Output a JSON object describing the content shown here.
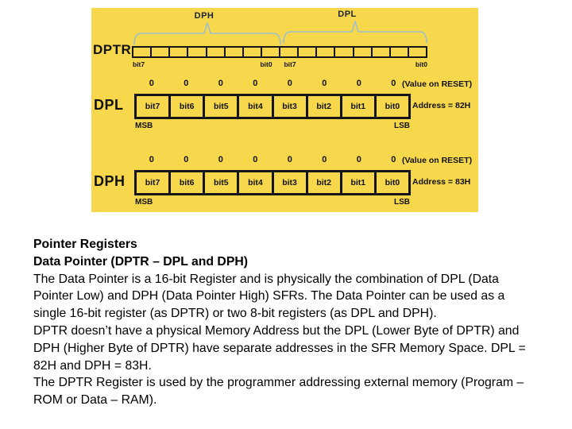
{
  "colors": {
    "panel_bg": "#F7D84D",
    "brace": "#9FBFCC",
    "box_border": "#151515",
    "text": "#000000"
  },
  "diagram": {
    "dptr": {
      "label": "DPTR",
      "dph_group_label": "DPH",
      "dpl_group_label": "DPL",
      "bit_markers": [
        "bit7",
        "bit0",
        "bit7",
        "bit0"
      ]
    },
    "dpl": {
      "label": "DPL",
      "reset_values": [
        "0",
        "0",
        "0",
        "0",
        "0",
        "0",
        "0",
        "0"
      ],
      "reset_caption": "(Value on RESET)",
      "bits": [
        "bit7",
        "bit6",
        "bit5",
        "bit4",
        "bit3",
        "bit2",
        "bit1",
        "bit0"
      ],
      "address": "Address = 82H",
      "msb": "MSB",
      "lsb": "LSB"
    },
    "dph": {
      "label": "DPH",
      "reset_values": [
        "0",
        "0",
        "0",
        "0",
        "0",
        "0",
        "0",
        "0"
      ],
      "reset_caption": "(Value on RESET)",
      "bits": [
        "bit7",
        "bit6",
        "bit5",
        "bit4",
        "bit3",
        "bit2",
        "bit1",
        "bit0"
      ],
      "address": "Address = 83H",
      "msb": "MSB",
      "lsb": "LSB"
    }
  },
  "text": {
    "heading1": "Pointer Registers",
    "heading2": "Data Pointer (DPTR – DPL and DPH)",
    "body_lines": [
      "The Data Pointer is a 16-bit Register and is physically the combination of DPL (Data",
      "Pointer Low) and DPH (Data Pointer High) SFRs. The Data Pointer can be used as a",
      "single 16-bit register (as DPTR) or two 8-bit registers (as DPL and DPH).",
      "DPTR doesn’t have a physical Memory Address but the DPL (Lower Byte of DPTR) and",
      "DPH (Higher Byte of DPTR) have separate addresses in the SFR Memory Space. DPL =",
      "82H and DPH = 83H.",
      "The DPTR Register is used by the programmer addressing external memory (Program –",
      "ROM or Data – RAM)."
    ]
  }
}
